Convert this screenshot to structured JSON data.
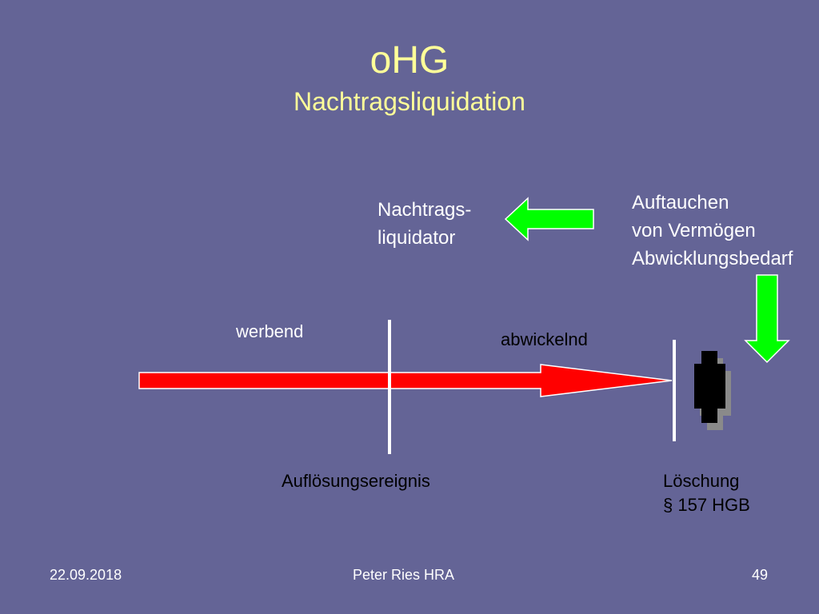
{
  "slide": {
    "title": "oHG",
    "subtitle": "Nachtragsliquidation"
  },
  "labels": {
    "liquidator_line1": "Nachtrags-",
    "liquidator_line2": "liquidator",
    "event_line1": "Auftauchen",
    "event_line2": "von Vermögen",
    "event_line3": "Abwicklungsbedarf",
    "werbend": "werbend",
    "abwickelnd": "abwickelnd",
    "dissolution": "Auflösungsereignis",
    "deletion_line1": "Löschung",
    "deletion_line2": "§ 157 HGB"
  },
  "footer": {
    "date": "22.09.2018",
    "author": "Peter Ries HRA",
    "page": "49"
  },
  "colors": {
    "background": "#646496",
    "title": "#ffff99",
    "timeline_arrow": "#ff0000",
    "green_arrow": "#00ff00"
  }
}
